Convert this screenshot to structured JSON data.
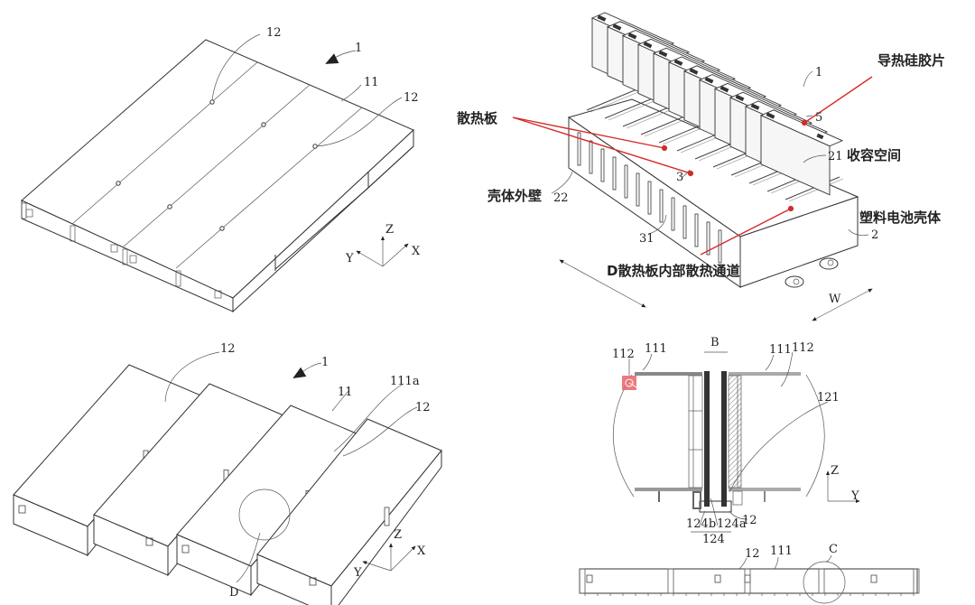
{
  "figure_top_left": {
    "title": "assembled battery module (isometric)",
    "labels": {
      "ref_1": "1",
      "ref_11": "11",
      "ref_12a": "12",
      "ref_12b": "12"
    },
    "axes": {
      "z": "Z",
      "y": "Y",
      "x": "X"
    }
  },
  "figure_top_right": {
    "title": "battery pack exploded view",
    "labels": {
      "ref_1": "1",
      "ref_5": "5",
      "ref_21": "21",
      "ref_22": "22",
      "ref_3": "3",
      "ref_31": "31",
      "ref_2": "2",
      "ref_w": "W"
    },
    "annotations": {
      "thermal_pad": "导热硅胶片",
      "heat_sink_plate": "散热板",
      "housing_outer_wall": "壳体外壁",
      "receiving_space": "收容空间",
      "plastic_battery_housing": "塑料电池壳体",
      "internal_channel": "D散热板内部散热通道"
    },
    "accent_color": "#d62a2a"
  },
  "figure_bottom_left": {
    "title": "separated battery units (isometric)",
    "labels": {
      "ref_12a": "12",
      "ref_1": "1",
      "ref_111a": "111a",
      "ref_11": "11",
      "ref_12b": "12",
      "ref_d": "D"
    },
    "axes": {
      "z": "Z",
      "y": "Y",
      "x": "X"
    }
  },
  "figure_bottom_right": {
    "title": "section detail B",
    "labels": {
      "section_b": "B",
      "ref_112a": "112",
      "ref_111a": "111",
      "ref_111b": "111",
      "ref_112b": "112",
      "ref_121": "121",
      "ref_124b": "124b",
      "ref_124a": "124a",
      "ref_12": "12",
      "ref_124": "124"
    },
    "axes": {
      "z": "Z",
      "y": "Y"
    },
    "strip_labels": {
      "ref_12": "12",
      "ref_111": "111",
      "ref_c": "C"
    }
  }
}
